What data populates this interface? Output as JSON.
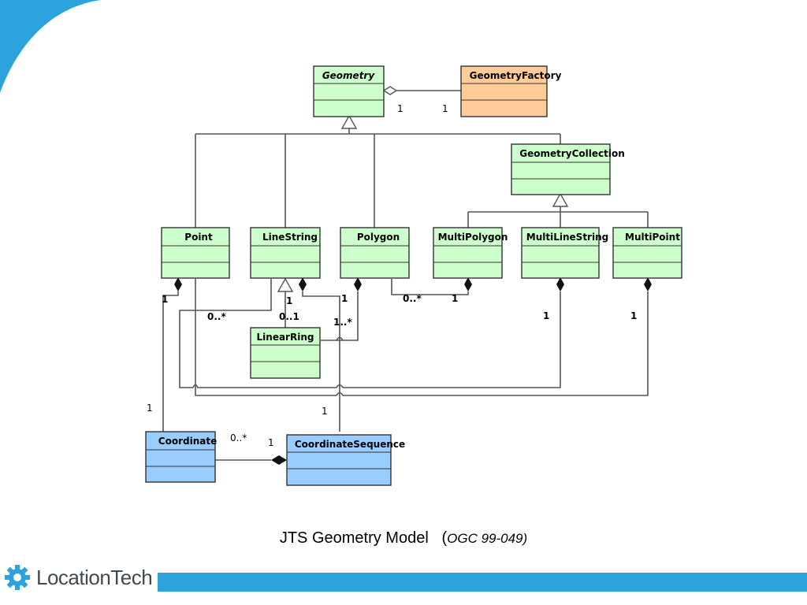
{
  "colors": {
    "corner_arc": "#2ca3dc",
    "geometry_fill": "#ccffcc",
    "factory_fill": "#ffcc99",
    "coordinate_fill": "#99ccff",
    "footer_bar": "#2ca3dc",
    "logo_text": "#3f4a52"
  },
  "diagram": {
    "classes": {
      "geometry": "Geometry",
      "geometry_factory": "GeometryFactory",
      "geometry_collection": "GeometryCollection",
      "point": "Point",
      "line_string": "LineString",
      "polygon": "Polygon",
      "multi_polygon": "MultiPolygon",
      "multi_line_string": "MultiLineString",
      "multi_point": "MultiPoint",
      "linear_ring": "LinearRing",
      "coordinate": "Coordinate",
      "coordinate_sequence": "CoordinateSequence"
    },
    "multiplicities": {
      "geometry_factory_left": "1",
      "geometry_factory_right": "1",
      "point_seq": "1",
      "linestring_seq": "0..*",
      "linestring_ring": "1",
      "ring_ls": "0..1",
      "polygon_ls_top": "1",
      "polygon_ring": "1..*",
      "polygon_multi_left": "0..*",
      "polygon_multi_right": "1",
      "multi_line_string": "1",
      "multi_point": "1",
      "coordinate_point": "1",
      "coordinate_sequence_top": "1",
      "coordinate_many": "0..*",
      "coordinate_seq_one": "1"
    }
  },
  "caption": {
    "title": "JTS Geometry Model",
    "open_paren": "(",
    "reference": "OGC 99-049)"
  },
  "footer": {
    "logo_text": "LocationTech",
    "logo_icon": "gear-icon"
  }
}
